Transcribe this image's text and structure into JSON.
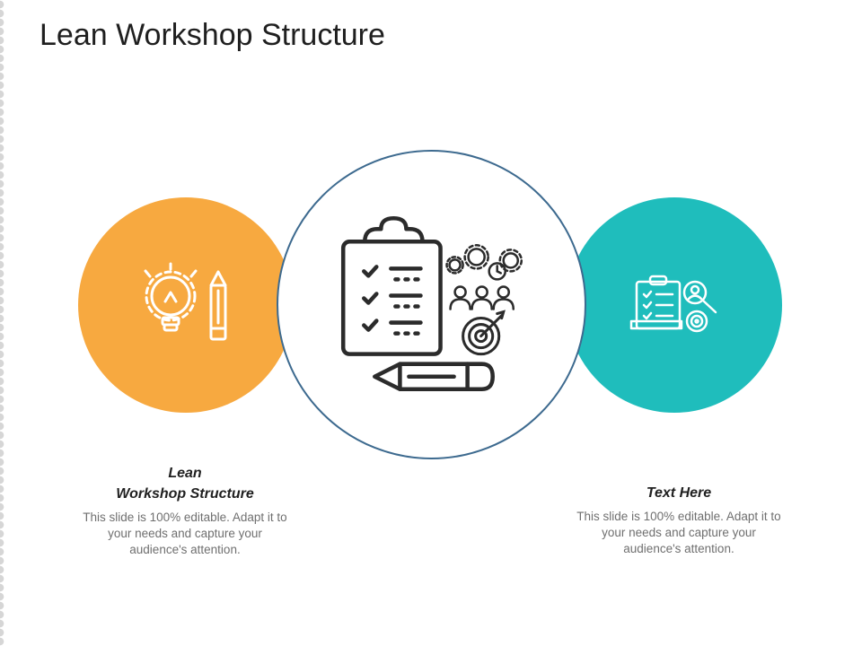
{
  "title": "Lean Workshop Structure",
  "colors": {
    "left_circle": "#F7A940",
    "right_circle": "#1FBDBC",
    "center_border": "#3D6A8F",
    "icon_dark": "#2B2B2B",
    "icon_light": "#FFFFFF"
  },
  "icons": {
    "left": [
      "lightbulb-gear-icon",
      "pencil-icon"
    ],
    "center": [
      "clipboard-checklist-icon",
      "gears-icon",
      "team-icon",
      "target-icon",
      "pencil-icon"
    ],
    "right": [
      "clipboard-checklist-icon",
      "magnifier-user-icon",
      "target-icon"
    ]
  },
  "left_caption": {
    "heading_line1": "Lean",
    "heading_line2": "Workshop Structure",
    "body": "This slide is 100% editable. Adapt it to your needs and capture your audience's attention."
  },
  "right_caption": {
    "heading": "Text Here",
    "body": "This slide is 100% editable. Adapt it to your needs and capture your audience's attention."
  }
}
